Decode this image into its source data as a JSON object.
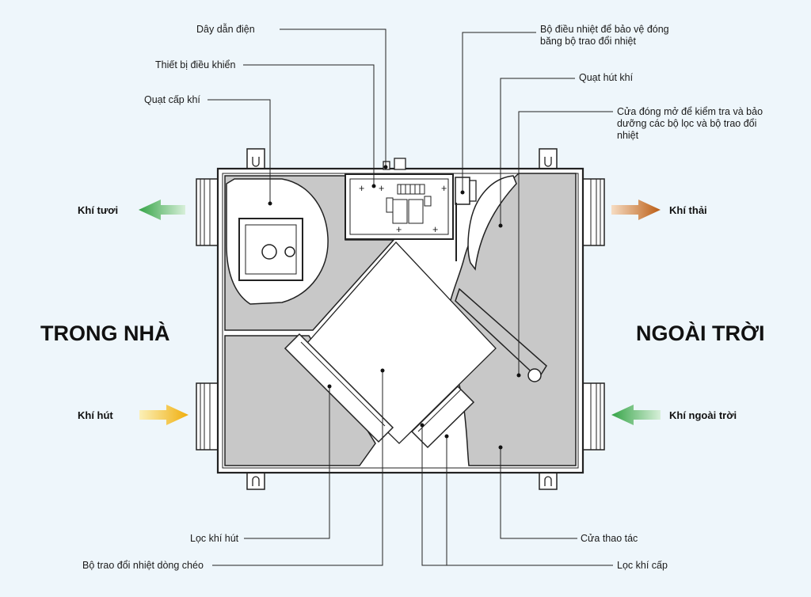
{
  "regions": {
    "indoor": "TRONG NHÀ",
    "outdoor": "NGOÀI TRỜI"
  },
  "flows": {
    "fresh_air": "Khí tươi",
    "exhaust_air": "Khí thải",
    "extract_air": "Khí hút",
    "outdoor_air": "Khí ngoài trời"
  },
  "callouts": {
    "power_cable": "Dây dẫn điện",
    "controller": "Thiết bị điều khiển",
    "supply_fan": "Quạt cấp khí",
    "thermostat_line1": "Bộ điều nhiệt để bảo vệ đóng",
    "thermostat_line2": "băng bộ trao đổi nhiệt",
    "exhaust_fan": "Quạt hút khí",
    "service_door_line1": "Cửa đóng mở để kiểm tra và bảo",
    "service_door_line2": "dưỡng các bộ lọc và bộ trao đổi",
    "service_door_line3": "nhiệt",
    "extract_filter": "Lọc khí hút",
    "cross_flow_exchanger": "Bộ trao đổi nhiệt dòng chéo",
    "access_panel": "Cửa thao tác",
    "supply_filter": "Lọc khí cấp"
  },
  "colors": {
    "background": "#eef6fb",
    "panel": "#c8c8c8",
    "green_arrow": "#3aa84a",
    "orange_arrow": "#c0641a",
    "yellow_arrow": "#f2b415"
  }
}
